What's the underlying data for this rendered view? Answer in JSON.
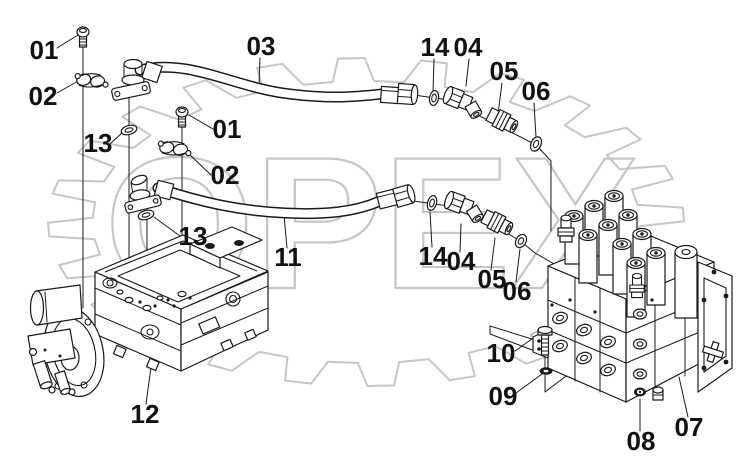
{
  "colors": {
    "background": "#ffffff",
    "line": "#1a1a1a",
    "watermark": "#c6c6c6"
  },
  "watermark": {
    "text": "OPEX"
  },
  "callouts": {
    "c01a": "01",
    "c02a": "02",
    "c03": "03",
    "c13a": "13",
    "c01b": "01",
    "c02b": "02",
    "c13b": "13",
    "c11": "11",
    "c12": "12",
    "c14a": "14",
    "c04a": "04",
    "c05a": "05",
    "c06a": "06",
    "c14b": "14",
    "c04b": "04",
    "c05b": "05",
    "c06b": "06",
    "c10": "10",
    "c09": "09",
    "c08": "08",
    "c07": "07"
  }
}
